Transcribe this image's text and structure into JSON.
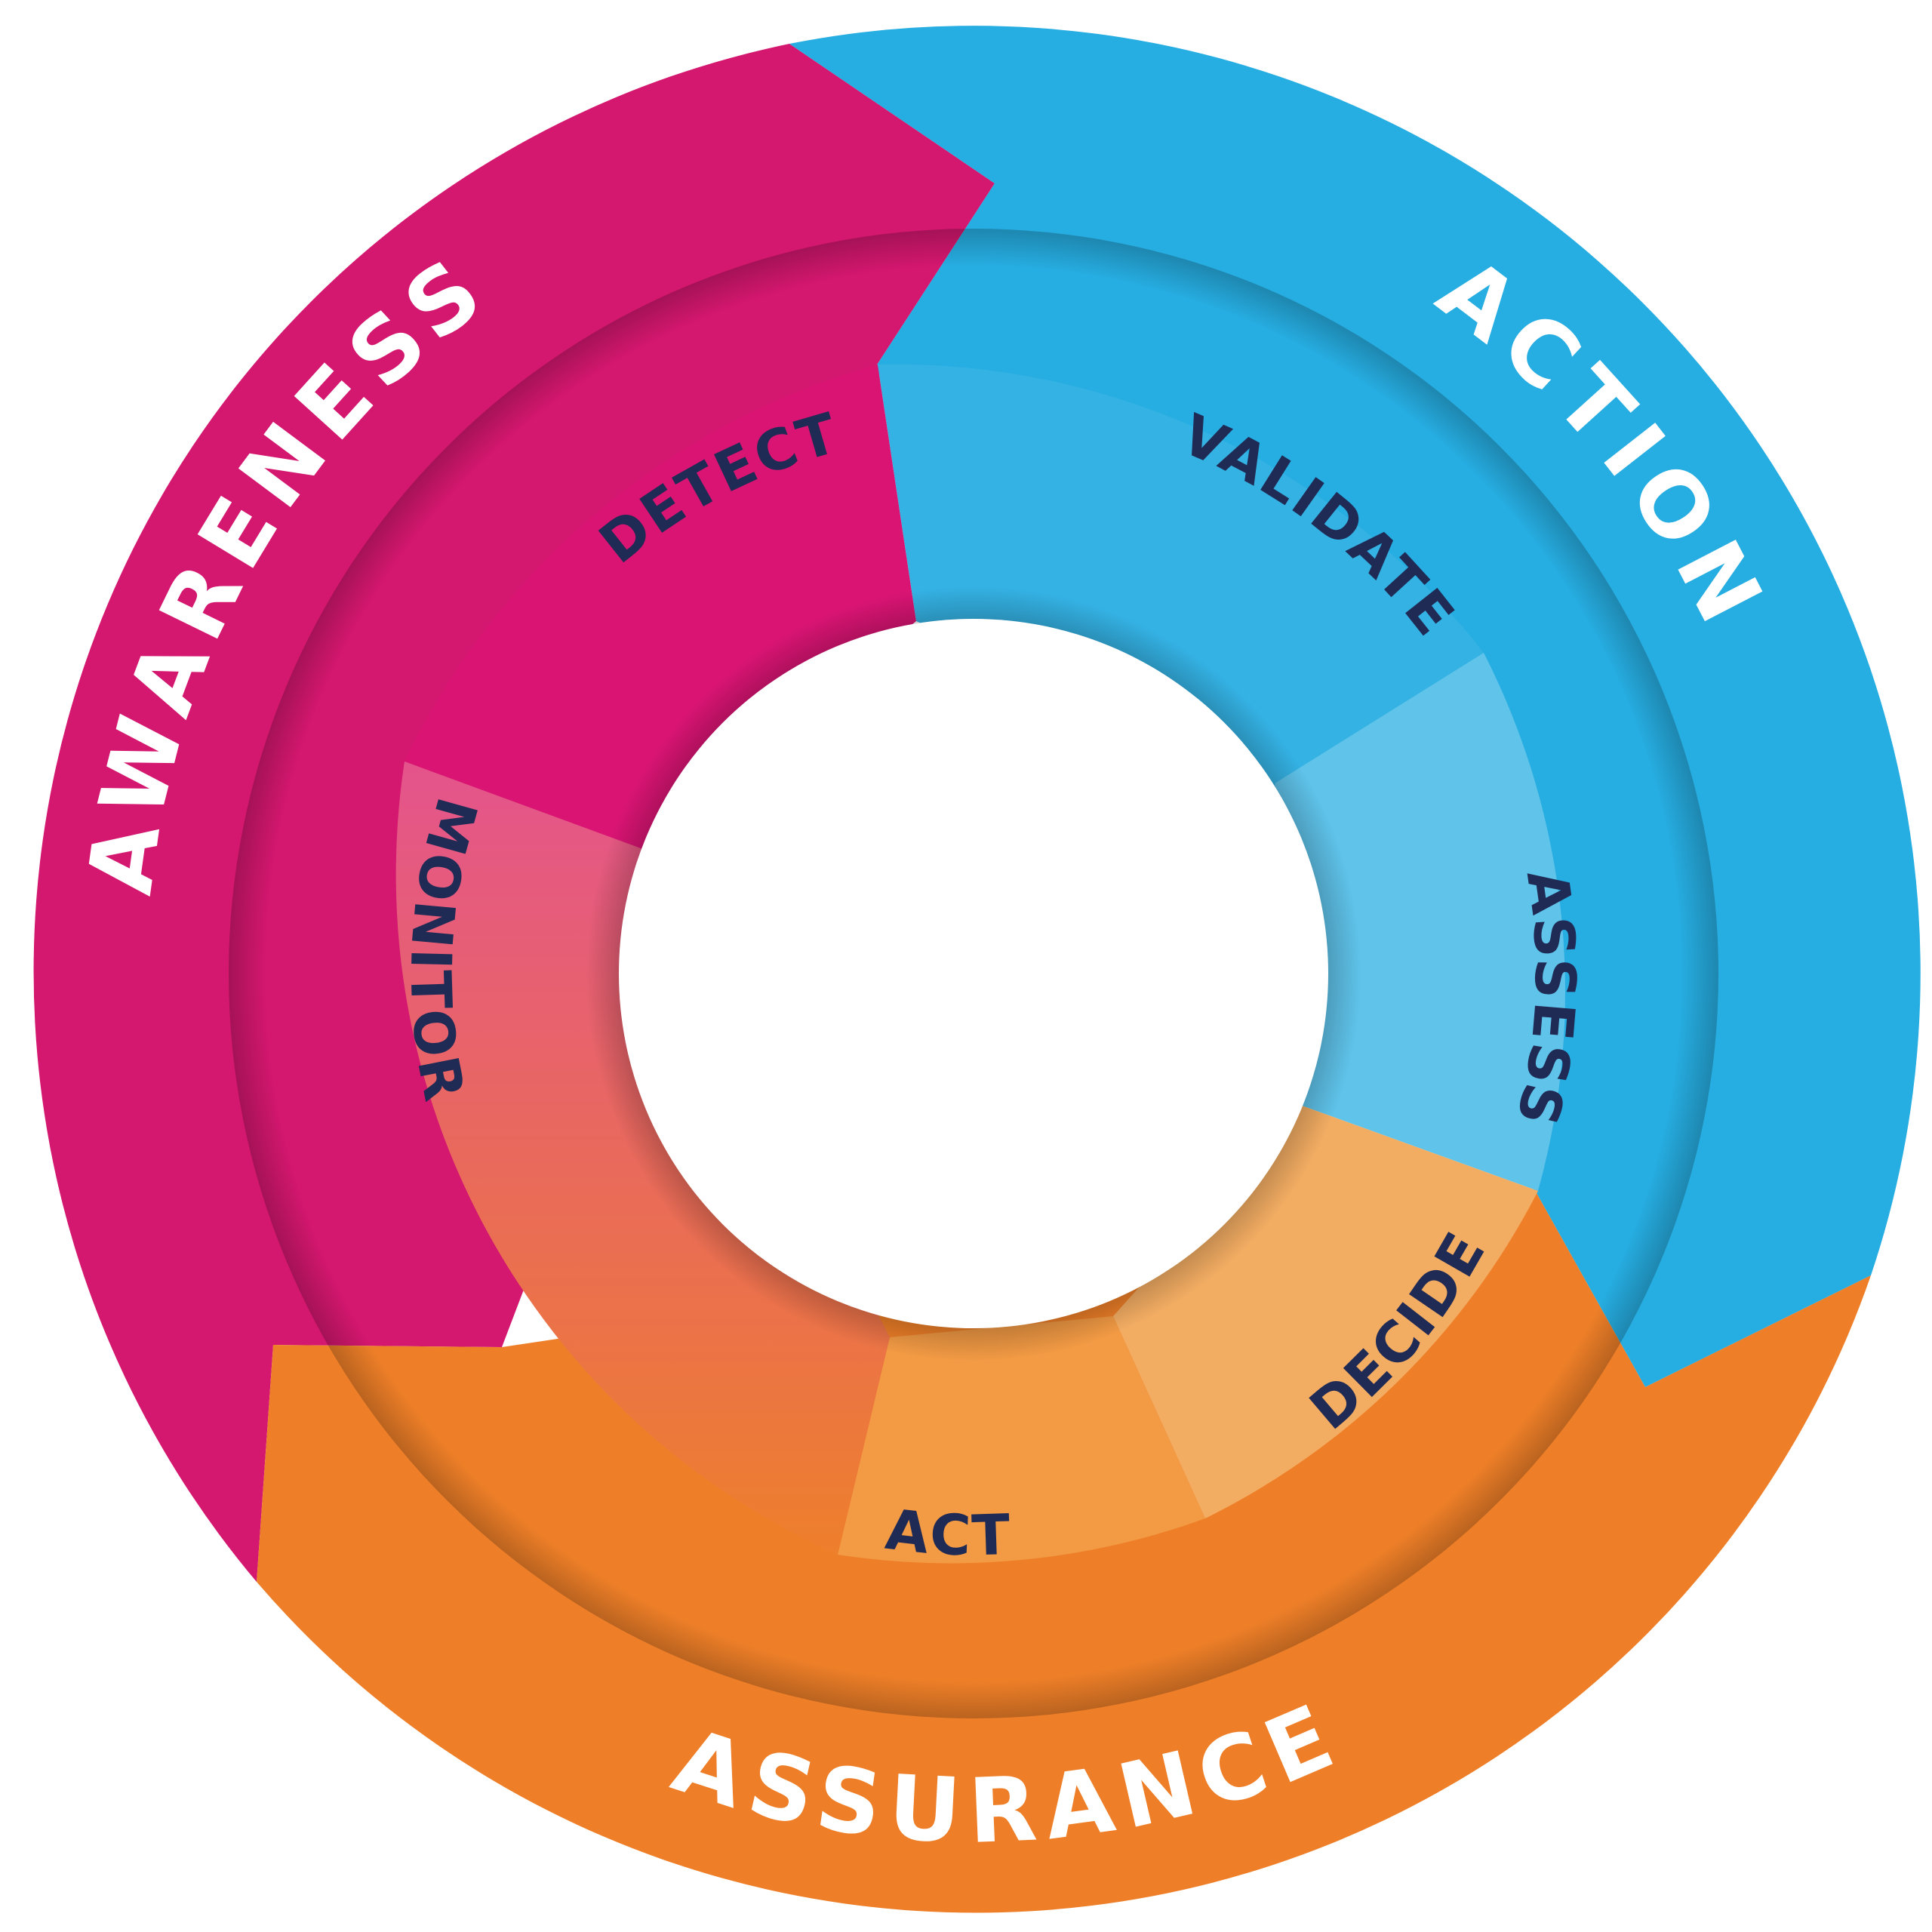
{
  "outer_ring": [
    {
      "id": "awareness",
      "label": "AWARENESS",
      "color": "#d4176f"
    },
    {
      "id": "action",
      "label": "ACTION",
      "color": "#26ade1"
    },
    {
      "id": "assurance",
      "label": "ASSURANCE",
      "color": "#ee7f28"
    }
  ],
  "inner_ring": [
    {
      "id": "detect",
      "label": "DETECT",
      "color": "#d91473"
    },
    {
      "id": "validate",
      "label": "VALIDATE",
      "color": "#34b2e4"
    },
    {
      "id": "assess",
      "label": "ASSESS",
      "color": "#5fc3ea"
    },
    {
      "id": "decide",
      "label": "DECIDE",
      "color": "#f3ad63"
    },
    {
      "id": "act",
      "label": "ACT",
      "color": "#f29a44"
    },
    {
      "id": "monitor",
      "label": "MONITOR",
      "color_top": "#e4548c",
      "color_bottom": "#ee7f2c"
    }
  ],
  "colors": {
    "label_outer": "#ffffff",
    "label_inner": "#1f2a55",
    "center": "#ffffff"
  }
}
